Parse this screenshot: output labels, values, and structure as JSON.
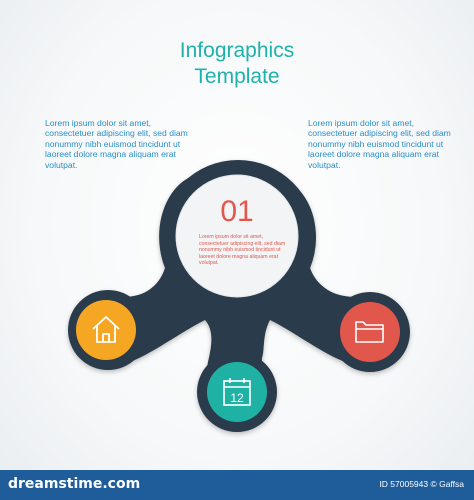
{
  "title": {
    "line1": "Infographics",
    "line2": "Template"
  },
  "left_text": [
    "Lorem ipsum dolor sit amet,",
    "consectetuer adipiscing elit, sed diam",
    "nonummy nibh euismod tincidunt ut",
    "laoreet dolore magna aliquam erat",
    "volutpat."
  ],
  "right_text": [
    "Lorem ipsum dolor sit amet,",
    "consectetuer adipiscing elit, sed diam",
    "nonummy nibh euismod tincidunt ut",
    "laoreet dolore magna aliquam erat",
    "volutpat."
  ],
  "center": {
    "number": "01",
    "text": [
      "Lorem ipsum dolor sit amet,",
      "consectetuer adipiscing elit, sed diam",
      "nonummy nibh euismod tincidunt ut",
      "laoreet dolore magna aliquam erat",
      "volutpat."
    ]
  },
  "nodes": {
    "left": {
      "icon": "home-icon",
      "color": "#f5a623"
    },
    "bottom": {
      "icon": "calendar-icon",
      "label": "12",
      "color": "#1fb1a3"
    },
    "right": {
      "icon": "folder-icon",
      "color": "#e2574c"
    }
  },
  "colors": {
    "teal": "#1fb1ab",
    "blue_text": "#2a8ec9",
    "dark_body": "#2c3a4b",
    "red": "#e2574c"
  },
  "footer": {
    "logo": "dreamstime.com",
    "id_text": "ID 57005943 © Gaffsa"
  }
}
